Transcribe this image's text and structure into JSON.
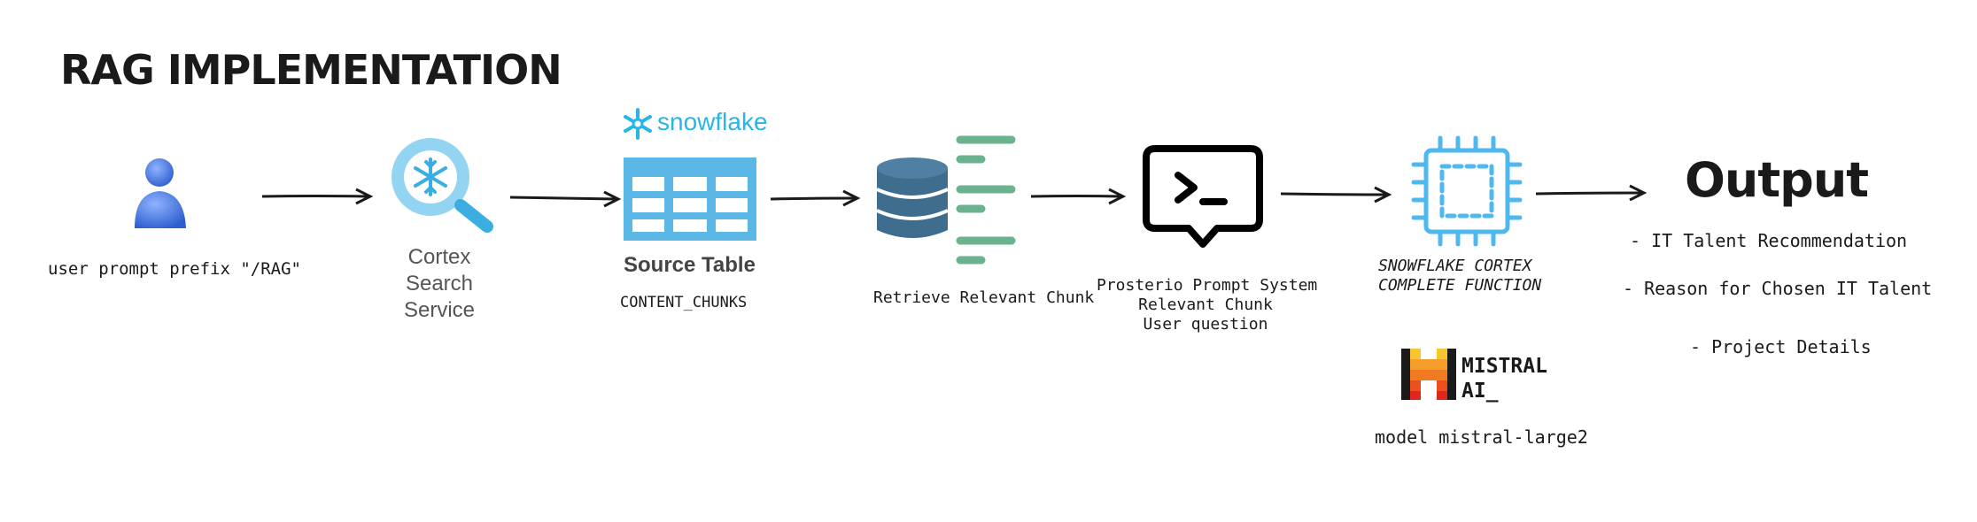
{
  "title": "RAG IMPLEMENTATION",
  "user": {
    "label": "user prompt prefix \"/RAG\""
  },
  "cortex_search": {
    "line1": "Cortex",
    "line2": "Search",
    "line3": "Service"
  },
  "snowflake": {
    "brand": "snowflake"
  },
  "source_table": {
    "title": "Source Table",
    "name": "CONTENT_CHUNKS"
  },
  "retrieve": {
    "label": "Retrieve Relevant Chunk"
  },
  "prompt": {
    "line1": "Prosterio Prompt System",
    "line2": "Relevant Chunk",
    "line3": "User question"
  },
  "cortex_complete": {
    "line1": "SNOWFLAKE CORTEX",
    "line2": "COMPLETE FUNCTION"
  },
  "mistral": {
    "line1": "MISTRAL",
    "line2": "AI_",
    "model": "model mistral-large2"
  },
  "output": {
    "title": "Output",
    "items": [
      "- IT Talent Recommendation",
      "- Reason for Chosen IT Talent",
      "- Project Details"
    ]
  },
  "colors": {
    "snowflake_blue": "#29b5e8",
    "table_blue": "#5bb8e6",
    "db_blue": "#3f6d8e",
    "chunk_green": "#6bb38e",
    "user_blue": "#3f73d8",
    "mistral_orange": "#f29a2e"
  }
}
